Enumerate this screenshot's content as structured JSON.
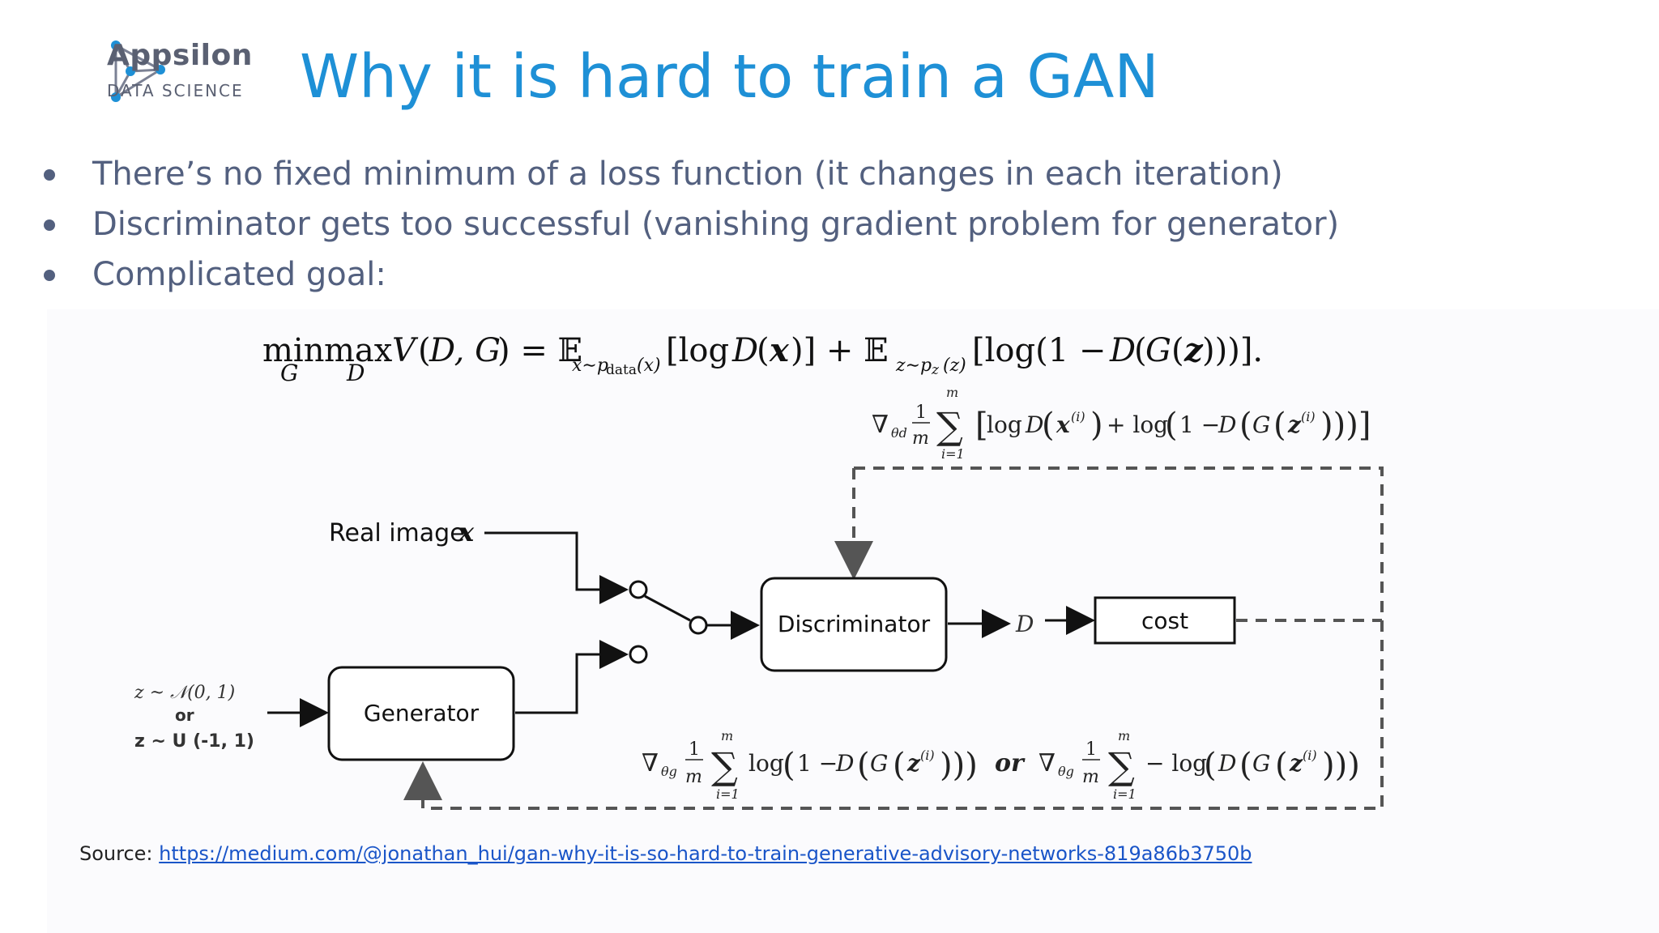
{
  "logo": {
    "name": "Appsilon",
    "subtitle": "DATA SCIENCE"
  },
  "title": "Why it is hard to train a GAN",
  "bullets": [
    "There’s no fixed minimum of a loss function (it changes in each iteration)",
    "Discriminator gets too successful (vanishing gradient problem for generator)",
    "Complicated goal:"
  ],
  "diagram": {
    "real_image_label": "Real image",
    "real_image_var": "x",
    "discriminator_label": "Discriminator",
    "generator_label": "Generator",
    "cost_label": "cost",
    "d_output_label": "D",
    "noise_normal": "z ~ 𝒩(0, 1)",
    "noise_or": "or",
    "noise_uniform": "z ~ U (-1, 1)",
    "gen_grad_or": "or"
  },
  "source": {
    "label": "Source:",
    "url": "https://medium.com/@jonathan_hui/gan-why-it-is-so-hard-to-train-generative-advisory-networks-819a86b3750b"
  },
  "colors": {
    "title": "#1e90d6",
    "text": "#53607f",
    "link": "#1a55c8",
    "logo": "#1e90d6"
  }
}
